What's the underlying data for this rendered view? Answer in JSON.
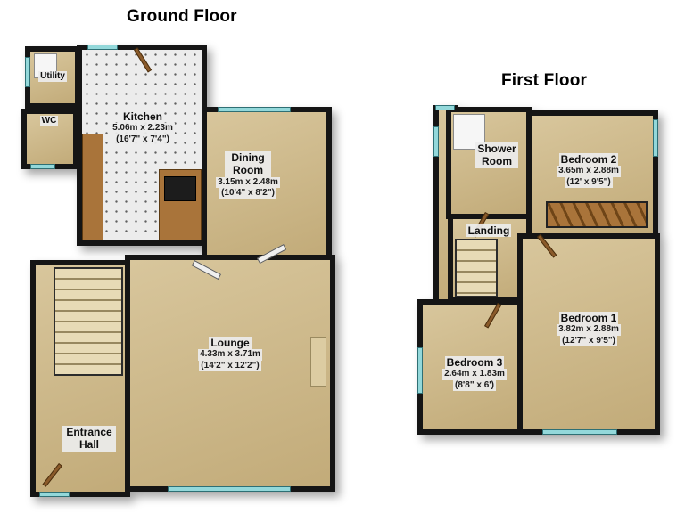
{
  "titles": {
    "ground": "Ground Floor",
    "first": "First Floor"
  },
  "colors": {
    "wall": "#151515",
    "floor_tan": "#cdb98c",
    "kitchen_tile": "#ececec",
    "window_glass": "#93d8da",
    "door_wood": "#8a5a2a",
    "label_bg": "#ececec"
  },
  "ground_floor": {
    "rooms": {
      "utility": {
        "name": "Utility"
      },
      "wc": {
        "name": "WC"
      },
      "kitchen": {
        "name": "Kitchen",
        "metric": "5.06m x 2.23m",
        "imperial": "(16'7\" x 7'4\")"
      },
      "dining_room": {
        "name": "Dining Room",
        "metric": "3.15m x 2.48m",
        "imperial": "(10'4\" x 8'2\")"
      },
      "lounge": {
        "name": "Lounge",
        "metric": "4.33m x 3.71m",
        "imperial": "(14'2\" x 12'2\")"
      },
      "entrance_hall": {
        "name": "Entrance Hall"
      }
    }
  },
  "first_floor": {
    "rooms": {
      "shower_room": {
        "name": "Shower Room"
      },
      "bedroom_2": {
        "name": "Bedroom 2",
        "metric": "3.65m x 2.88m",
        "imperial": "(12' x 9'5\")"
      },
      "landing": {
        "name": "Landing"
      },
      "bedroom_1": {
        "name": "Bedroom 1",
        "metric": "3.82m x 2.88m",
        "imperial": "(12'7\" x 9'5\")"
      },
      "bedroom_3": {
        "name": "Bedroom 3",
        "metric": "2.64m x 1.83m",
        "imperial": "(8'8\" x 6')"
      }
    }
  }
}
